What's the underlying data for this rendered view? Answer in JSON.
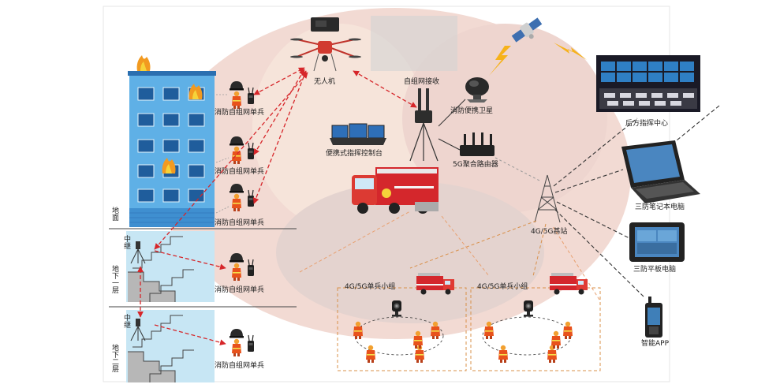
{
  "labels": {
    "drone": "无人机",
    "mesh_receiver": "自组网接收",
    "portable_satellite": "消防便携卫星",
    "command_center": "后方指挥中心",
    "portable_console": "便携式指挥控制台",
    "router_5g": "5G聚合路由器",
    "base_station": "4G/5G基站",
    "laptop": "三防笔记本电脑",
    "tablet": "三防平板电脑",
    "smart_app": "智能APP",
    "soldier_group_1": "4G/5G单兵小组",
    "soldier_group_2": "4G/5G单兵小组",
    "ground_floor": "地面",
    "basement_1": "地下一层",
    "basement_2": "地下二层",
    "relay_1": "中继",
    "relay_2": "中继",
    "mesh_soldier": "消防自组网单兵"
  },
  "soldier_units": [
    {
      "label": "消防自组网单兵"
    },
    {
      "label": "消防自组网单兵"
    },
    {
      "label": "消防自组网单兵"
    },
    {
      "label": "消防自组网单兵"
    },
    {
      "label": "消防自组网单兵"
    }
  ],
  "colors": {
    "link_red": "#d6262a",
    "link_black": "#333333",
    "link_orange": "#d9904a",
    "building": "#5fb0e6",
    "basement": "#c7e6f4",
    "firefighter": "#e8521c"
  }
}
